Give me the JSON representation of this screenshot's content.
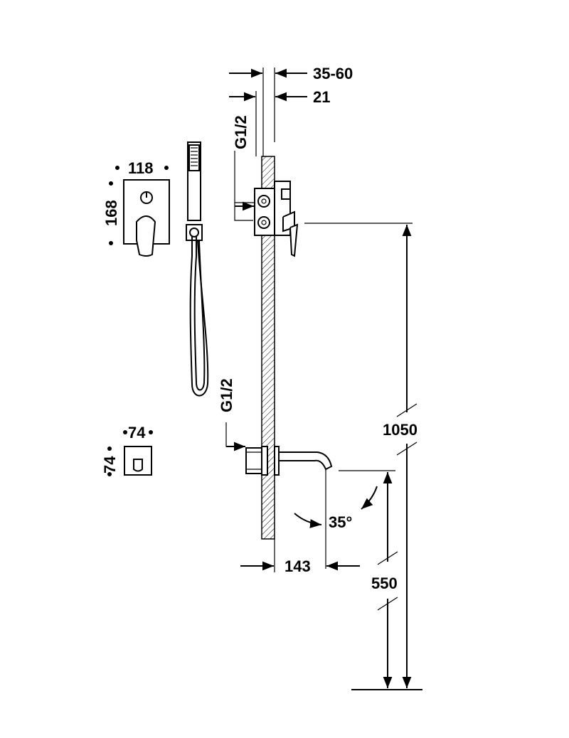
{
  "dimensions": {
    "wall_depth_range": "35-60",
    "plate_depth": "21",
    "mixer_inlet_thread": "G1/2",
    "spout_inlet_thread": "G1/2",
    "mixer_plate_width": "118",
    "mixer_plate_height": "168",
    "spout_plate_width": "74",
    "spout_plate_height": "74",
    "mixer_height": "1050",
    "spout_height": "550",
    "spout_projection": "143",
    "spout_angle": "35°"
  }
}
